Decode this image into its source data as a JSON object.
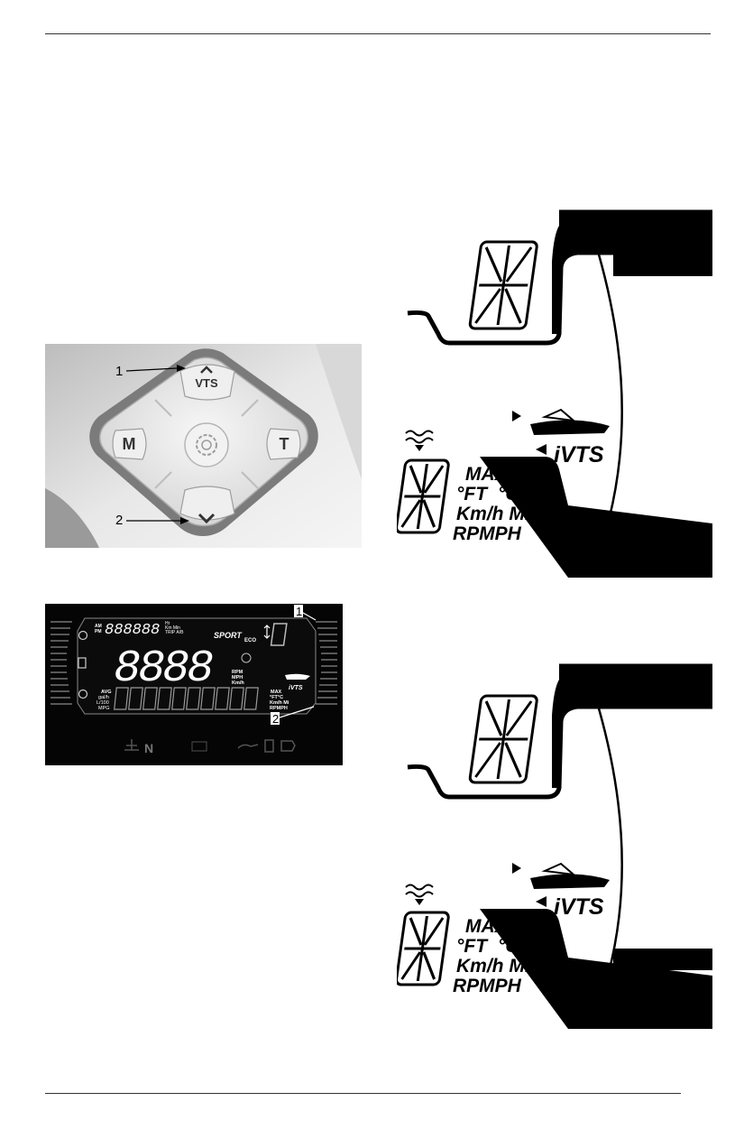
{
  "photo": {
    "btn_up_label": "VTS",
    "btn_left_label": "M",
    "btn_right_label": "T",
    "callout_1": "1",
    "callout_2": "2"
  },
  "lcd": {
    "ampm_am": "AM",
    "ampm_pm": "PM",
    "top_digits": "888888",
    "unit_hr": "Hr",
    "unit_kmmin": "Km Min",
    "trip": "TRIP A/B",
    "sport": "SPORT",
    "eco": "ECO",
    "main_digits": "8888",
    "rpm": "RPM",
    "mph": "MPH",
    "kmh": "Km/h",
    "avg": "AVG",
    "galh": "gal/h",
    "l100": "L/100",
    "mpg": "MPG",
    "max": "MAX",
    "ftc": "°FT°C",
    "kmhmi": "Km/h Mi",
    "rpmph": "RPMPH",
    "ivts": "iVTS",
    "gear_n": "N",
    "callout_1": "1",
    "callout_2": "2"
  },
  "detail1": {
    "max": "MAX",
    "ft": "°FT",
    "c": "°C",
    "kmh_mi": "Km/h Mi",
    "rpmph": "RPMPH",
    "ivts": "iVTS"
  },
  "detail2": {
    "max": "MAX",
    "ft": "°FT",
    "c": "°C",
    "kmh_mi": "Km/h Mi",
    "rpmph": "RPMPH",
    "ivts": "iVTS"
  }
}
